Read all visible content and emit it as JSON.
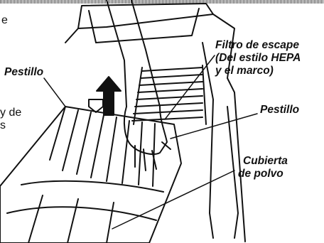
{
  "labels": {
    "latch_left": "Pestillo",
    "filter_line1": "Filtro de escape",
    "filter_line2": "(Del estilo HEPA",
    "filter_line3": "y el marco)",
    "latch_right": "Pestillo",
    "cover_line1": "Cubierta",
    "cover_line2": "de polvo"
  },
  "cut_text": {
    "top_fragment": "e",
    "mid_fragment_line1": "y de",
    "mid_fragment_line2": "s"
  }
}
